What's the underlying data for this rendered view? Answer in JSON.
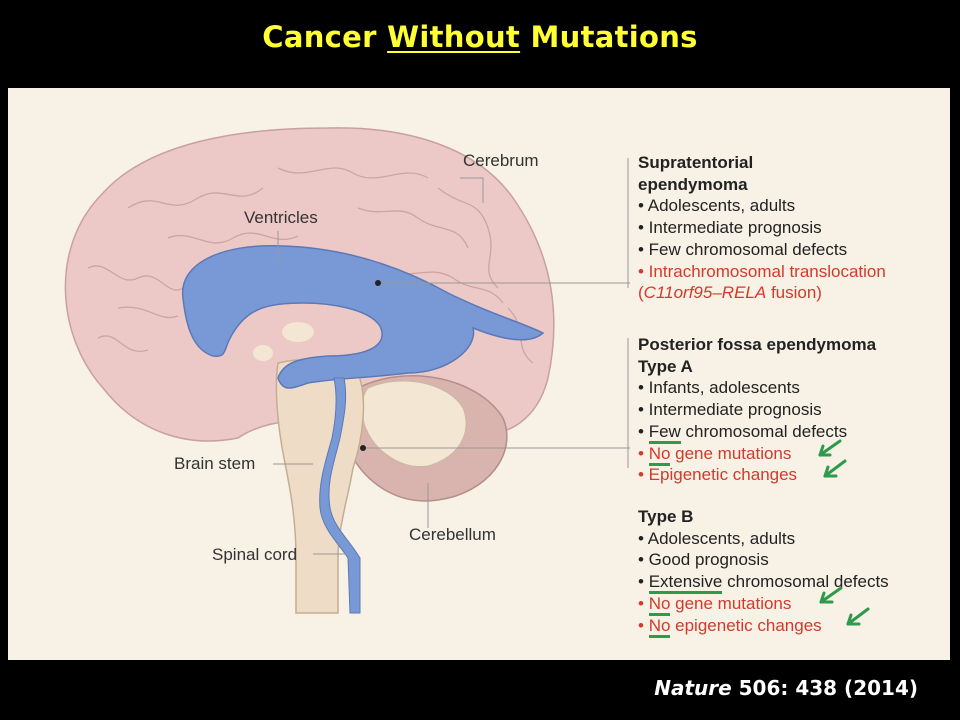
{
  "title": {
    "pre": "Cancer ",
    "underlined": "Without",
    "post": " Mutations"
  },
  "labels": {
    "cerebrum": "Cerebrum",
    "ventricles": "Ventricles",
    "brain_stem": "Brain stem",
    "spinal_cord": "Spinal cord",
    "cerebellum": "Cerebellum"
  },
  "supratentorial": {
    "heading_1": "Supratentorial",
    "heading_2": "ependymoma",
    "items": [
      "• Adolescents, adults",
      "• Intermediate prognosis",
      "• Few chromosomal defects"
    ],
    "red_1": "• Intrachromosomal translocation",
    "red_2_open": "(",
    "red_2_italic": "C11orf95–RELA",
    "red_2_close": " fusion)"
  },
  "posterior": {
    "heading": "Posterior fossa ependymoma",
    "type_a": {
      "heading": "Type A",
      "items": [
        "• Infants, adolescents",
        "• Intermediate prognosis"
      ],
      "few_bullet": "• ",
      "few_word": "Few",
      "few_rest": " chromosomal defects",
      "red_bullet": "• ",
      "no_word": "No",
      "no_rest": " gene mutations",
      "epigenetic": "• Epigenetic changes"
    },
    "type_b": {
      "heading": "Type B",
      "items": [
        "• Adolescents, adults",
        "• Good prognosis"
      ],
      "ext_bullet": "• ",
      "ext_word": "Extensive",
      "ext_rest": " chromosomal defects",
      "red_bullet": "• ",
      "no_word": "No",
      "no_gene_rest": " gene mutations",
      "no_epi_rest": " epigenetic changes"
    }
  },
  "citation": {
    "journal": "Nature",
    "ref": " 506: 438 (2014)"
  },
  "colors": {
    "title": "#ffff33",
    "red_text": "#d23a2a",
    "annotation_green": "#2e9a4b",
    "ventricle_blue": "#6f8fd0"
  }
}
